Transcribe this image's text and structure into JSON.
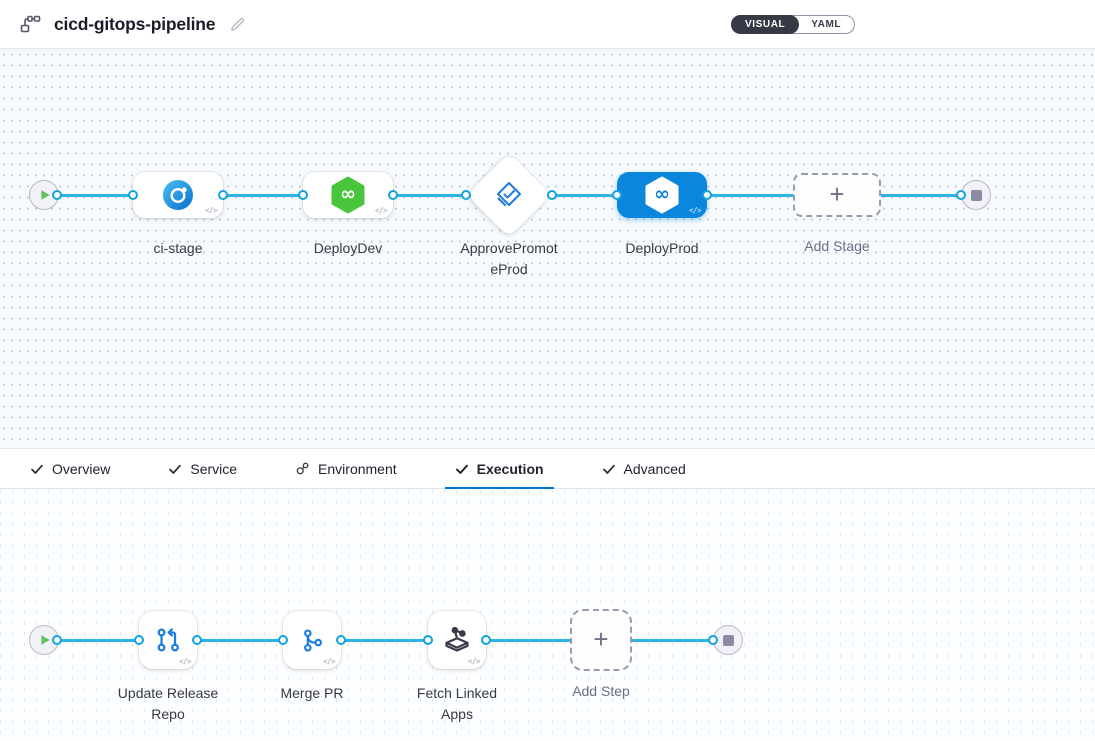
{
  "header": {
    "title": "cicd-gitops-pipeline",
    "view_toggle": {
      "visual_label": "VISUAL",
      "yaml_label": "YAML",
      "selected": "VISUAL"
    }
  },
  "icons": {
    "plus": "+",
    "code": "</>",
    "infinity": "∞"
  },
  "stage_pipeline": {
    "stages": [
      {
        "label": "ci-stage",
        "type": "build",
        "selected": false,
        "lines": [
          "ci-stage"
        ]
      },
      {
        "label": "DeployDev",
        "type": "deploy",
        "selected": false,
        "lines": [
          "DeployDev"
        ]
      },
      {
        "label": "ApprovePromoteProd",
        "type": "approval",
        "selected": false,
        "lines": [
          "ApprovePromot",
          "eProd"
        ]
      },
      {
        "label": "DeployProd",
        "type": "deploy",
        "selected": true,
        "lines": [
          "DeployProd"
        ]
      }
    ],
    "add_stage_label": "Add Stage"
  },
  "tabs": {
    "items": [
      {
        "label": "Overview",
        "icon": "check",
        "active": false
      },
      {
        "label": "Service",
        "icon": "check",
        "active": false
      },
      {
        "label": "Environment",
        "icon": "environment",
        "active": false
      },
      {
        "label": "Execution",
        "icon": "check",
        "active": true
      },
      {
        "label": "Advanced",
        "icon": "check",
        "active": false
      }
    ]
  },
  "execution_pipeline": {
    "steps": [
      {
        "label": "Update Release Repo",
        "lines": [
          "Update Release",
          "Repo"
        ]
      },
      {
        "label": "Merge PR",
        "lines": [
          "Merge PR"
        ]
      },
      {
        "label": "Fetch Linked Apps",
        "lines": [
          "Fetch Linked",
          "Apps"
        ]
      }
    ],
    "add_step_label": "Add Step"
  },
  "colors": {
    "primary_blue": "#0278d5",
    "selected_stage_blue": "#0b86dd",
    "connector_cyan": "#2fb2e6",
    "port_blue": "#12a4dc",
    "cd_green": "#49c53c",
    "play_green": "#5fc25f",
    "icon_blue": "#1d7ce0",
    "dark_icon": "#3a3b49",
    "dark_text": "#1c1c28",
    "label_text": "#383946",
    "muted_text": "#6c6e84",
    "toggle_dark": "#383946",
    "canvas_bg": "#f6fafd"
  }
}
